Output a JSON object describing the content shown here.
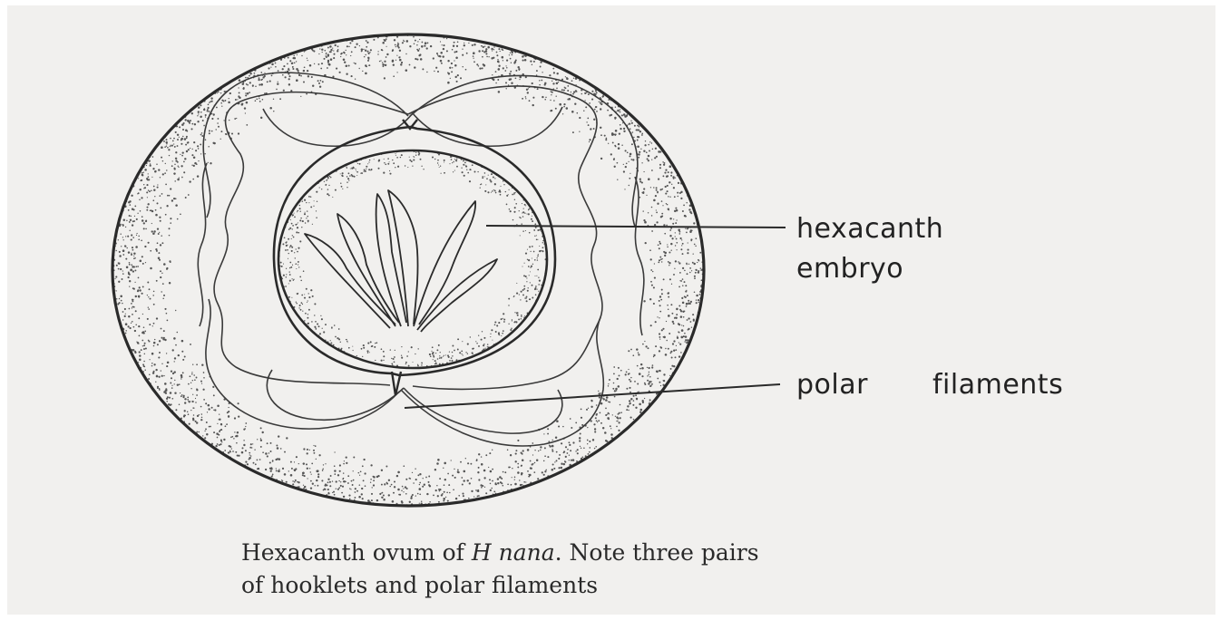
{
  "labels": {
    "hexacanth_line1": "hexacanth",
    "hexacanth_line2": "embryo",
    "polar_word1": "polar",
    "polar_word2": "filaments"
  },
  "caption": {
    "line1_part1": "Hexacanth ovum of ",
    "line1_italic": "H nana",
    "line1_part2": ". Note three pairs",
    "line2": "of hooklets and polar filaments"
  },
  "colors": {
    "ink": "#2a2a2a",
    "paper": "#f1f0ee",
    "stipple": "#555555"
  }
}
